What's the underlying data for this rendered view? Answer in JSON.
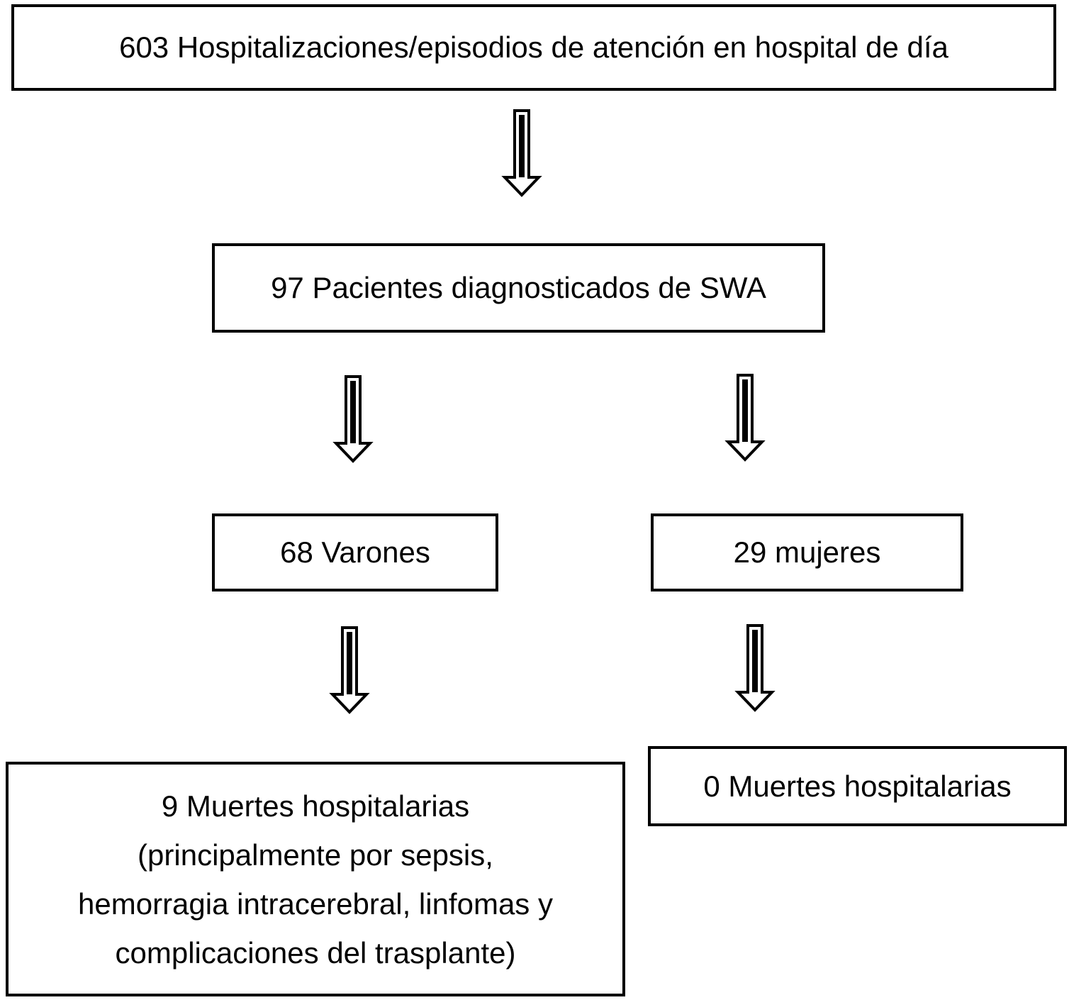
{
  "nodes": {
    "total": "603 Hospitalizaciones/episodios de atención en hospital de día",
    "swa": "97 Pacientes diagnosticados de SWA",
    "men": "68 Varones",
    "women": "29 mujeres",
    "men_deaths": {
      "line1": "9 Muertes hospitalarias",
      "line2": "(principalmente por sepsis,",
      "line3": "hemorragia intracerebral, linfomas y",
      "line4": "complicaciones del trasplante)"
    },
    "women_deaths": "0 Muertes hospitalarias"
  },
  "edges": [
    {
      "from": "total",
      "to": "swa"
    },
    {
      "from": "swa",
      "to": "men"
    },
    {
      "from": "swa",
      "to": "women"
    },
    {
      "from": "men",
      "to": "men_deaths"
    },
    {
      "from": "women",
      "to": "women_deaths"
    }
  ],
  "colors": {
    "stroke": "#000000",
    "background": "#ffffff"
  }
}
